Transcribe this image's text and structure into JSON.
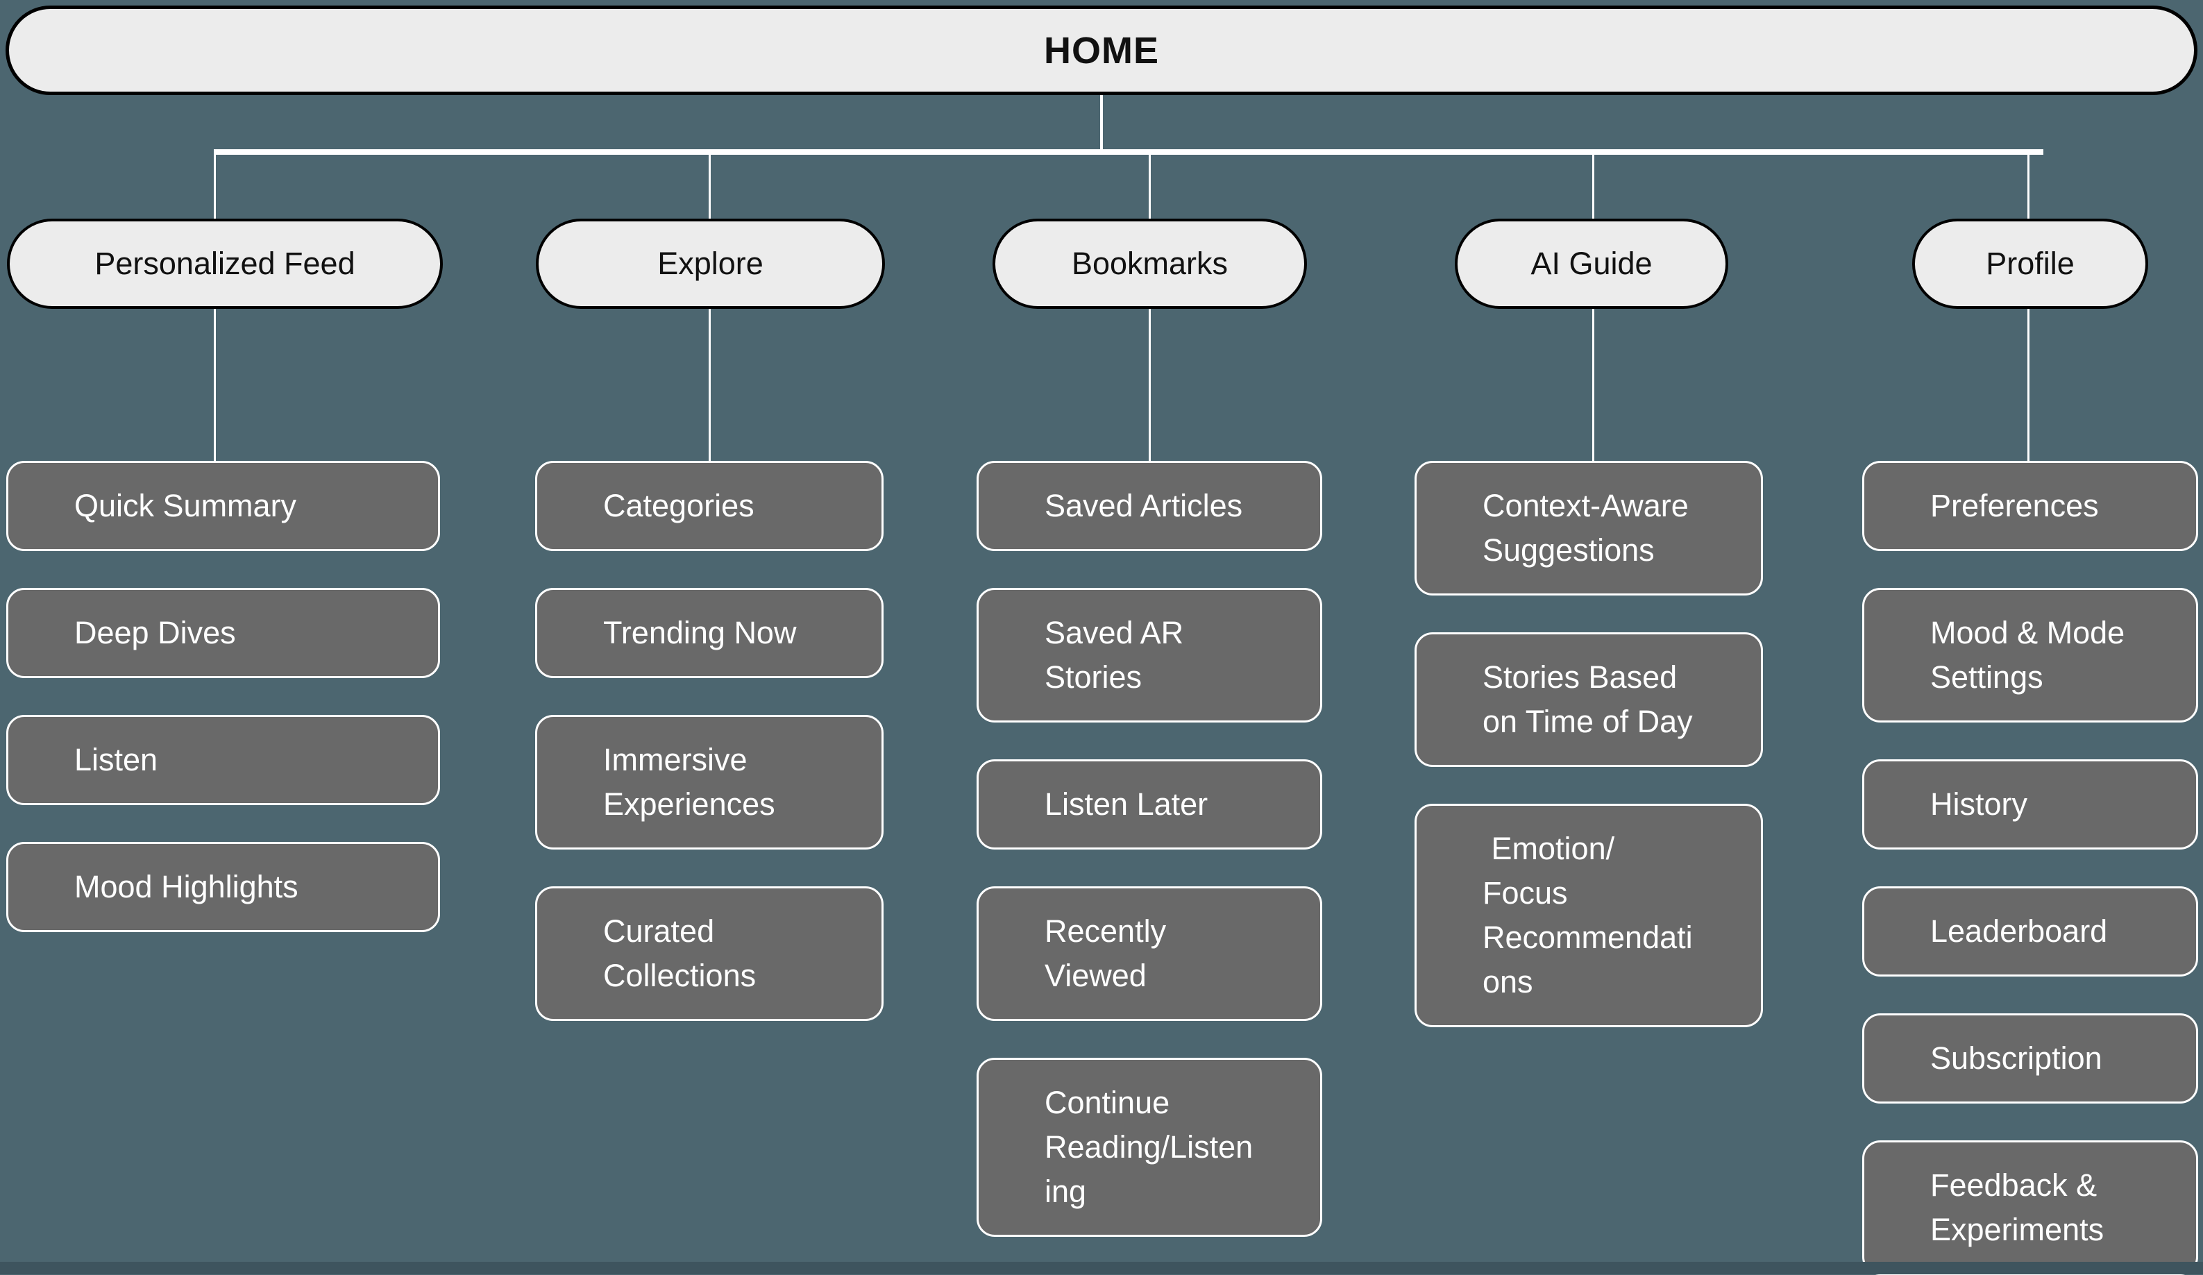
{
  "colors": {
    "background": "#4c6670",
    "root_fill": "#ececec",
    "root_border": "#000000",
    "branch_fill": "#ececec",
    "branch_border": "#000000",
    "child_fill": "#696969",
    "child_border": "#ffffff",
    "connector": "#ffffff",
    "bottom_bar": "#3e545e"
  },
  "root": {
    "label": "HOME"
  },
  "branches": [
    {
      "label": "Personalized Feed",
      "children": [
        {
          "label": "Quick Summary"
        },
        {
          "label": "Deep Dives"
        },
        {
          "label": "Listen"
        },
        {
          "label": "Mood Highlights"
        }
      ]
    },
    {
      "label": "Explore",
      "children": [
        {
          "label": "Categories"
        },
        {
          "label": "Trending Now"
        },
        {
          "label": "Immersive Experiences"
        },
        {
          "label": "Curated Collections"
        }
      ]
    },
    {
      "label": "Bookmarks",
      "children": [
        {
          "label": "Saved Articles"
        },
        {
          "label": "Saved AR Stories"
        },
        {
          "label": "Listen Later"
        },
        {
          "label": "Recently Viewed"
        },
        {
          "label": "Continue Reading/Listening"
        }
      ]
    },
    {
      "label": "AI Guide",
      "children": [
        {
          "label": "Context-Aware Suggestions"
        },
        {
          "label": "Stories Based on Time of Day"
        },
        {
          "label": " Emotion/ Focus Recommendations"
        }
      ]
    },
    {
      "label": "Profile",
      "children": [
        {
          "label": "Preferences"
        },
        {
          "label": "Mood & Mode Settings"
        },
        {
          "label": "History"
        },
        {
          "label": "Leaderboard"
        },
        {
          "label": "Subscription"
        },
        {
          "label": "Feedback & Experiments"
        }
      ]
    }
  ]
}
